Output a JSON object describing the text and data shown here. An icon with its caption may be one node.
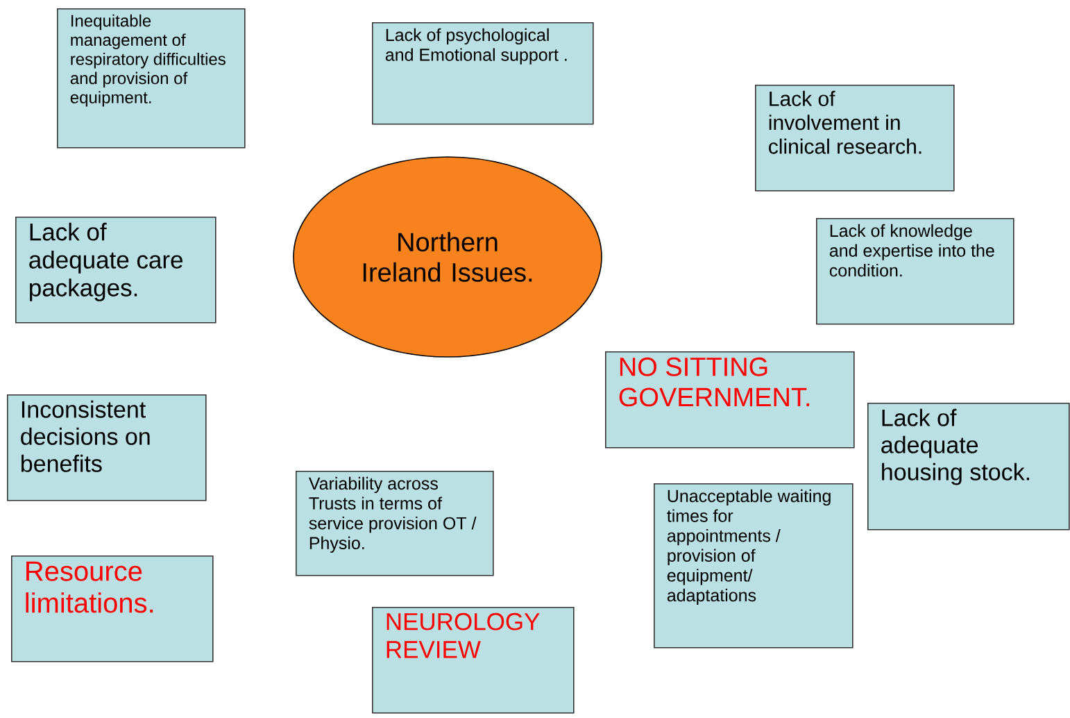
{
  "diagram": {
    "nodes": [
      {
        "text": [
          "Inequitable management of respiratory difficulties and provision of equipment."
        ]
      },
      {
        "text": [
          "Lack of psychological and Emotional support ."
        ]
      },
      {
        "text": [
          "Northern Ireland Issues."
        ]
      },
      {
        "text": [
          "Lack of involvement in clinical research."
        ]
      },
      {
        "text": [
          "Lack of adequate care packages."
        ]
      },
      {
        "text": [
          "Lack of knowledge and expertise into the condition."
        ]
      },
      {
        "text": [
          "NO SITTING GOVERNMENT."
        ]
      },
      {
        "text": [
          "Inconsistent decisions on benefits"
        ]
      },
      {
        "text": [
          "Lack of adequate housing stock."
        ]
      },
      {
        "text": [
          "Variability across Trusts in terms of service provision OT / Physio."
        ]
      },
      {
        "text": [
          "Unacceptable waiting times for appointments / provision of equipment/ adaptations"
        ]
      },
      {
        "text": [
          "Resource limitations."
        ]
      },
      {
        "text": [
          "NEUROLOGY REVIEW"
        ]
      }
    ]
  }
}
